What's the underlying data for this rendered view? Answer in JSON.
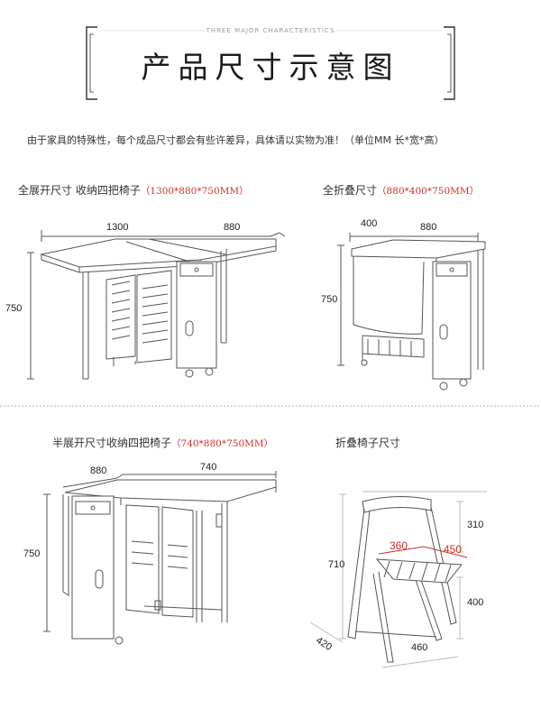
{
  "header": {
    "kicker": "THREE MAJOR CHARACTERISTICS",
    "title": "产品尺寸示意图"
  },
  "note": "由于家具的特殊性，每个成品尺寸都会有些许差异，具体请以实物为准！（单位MM 长*宽*高）",
  "sections": {
    "full_open": {
      "caption": "全展开尺寸 收纳四把椅子",
      "dims": "（1300*880*750MM）",
      "length": "1300",
      "depth": "880",
      "height": "750"
    },
    "fully_folded": {
      "caption": "全折叠尺寸",
      "dims": "（880*400*750MM）",
      "width": "400",
      "depth": "880",
      "height": "750"
    },
    "half_open": {
      "caption": "半展开尺寸收纳四把椅子",
      "dims": "（740*880*750MM）",
      "depth": "880",
      "length": "740",
      "height": "750"
    },
    "chair": {
      "caption": "折叠椅子尺寸",
      "back": "310",
      "total_height": "710",
      "seat_height": "400",
      "seat_width": "360",
      "seat_depth": "450",
      "base_depth": "420",
      "base_width": "460"
    }
  },
  "colors": {
    "accent": "#d0302a",
    "line": "#555555"
  }
}
